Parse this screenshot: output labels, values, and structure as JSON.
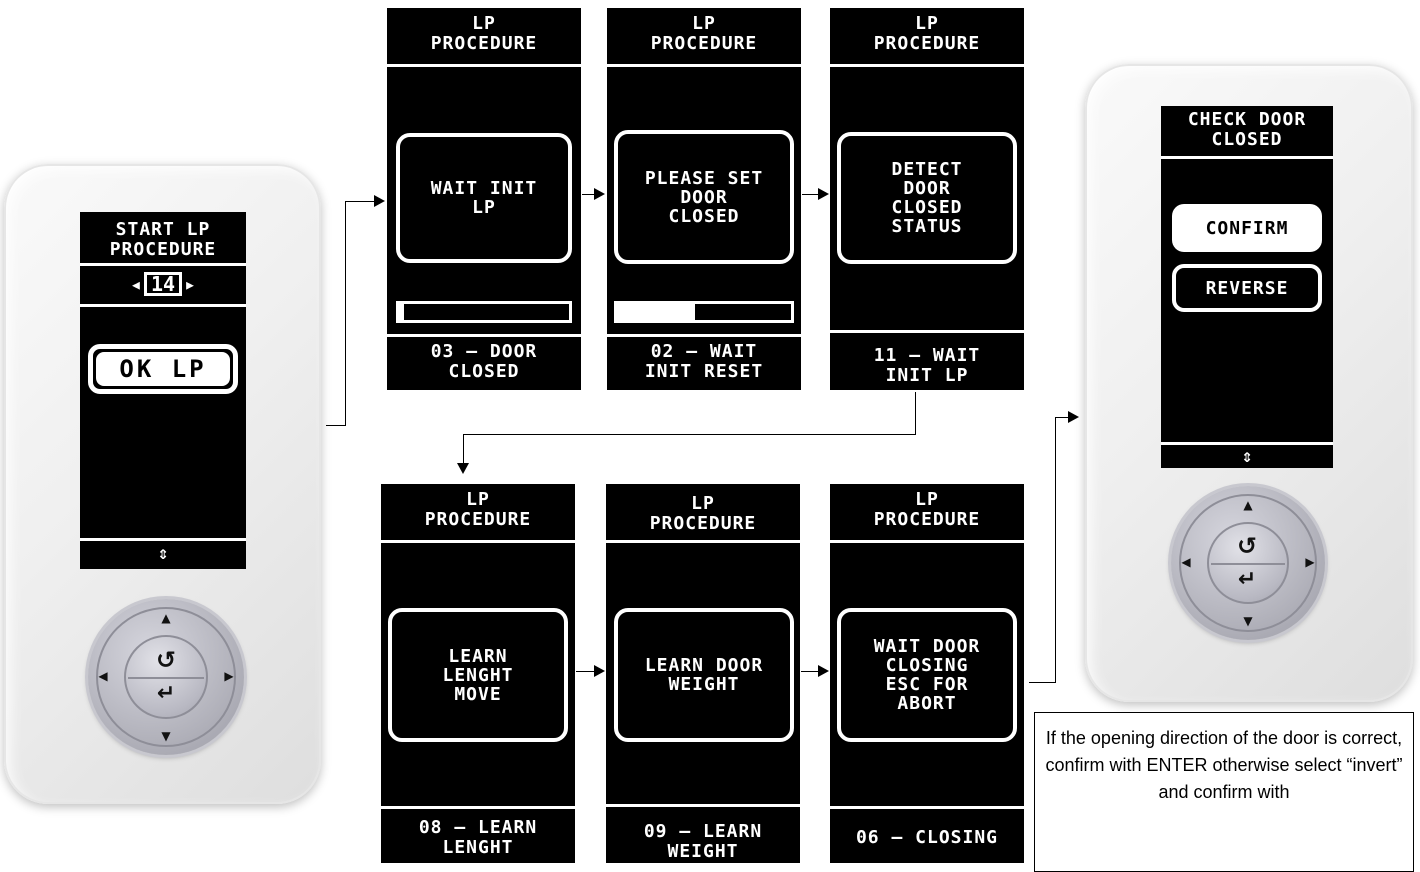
{
  "start_device": {
    "title": "START LP\nPROCEDURE",
    "selector": {
      "left_arrow": "◂",
      "value": "14",
      "right_arrow": "▸"
    },
    "button": "OK LP",
    "scroll_icon": "⇕"
  },
  "top_row": [
    {
      "title": "LP\nPROCEDURE",
      "message": "WAIT INIT\nLP",
      "progress": 0.03,
      "status": "03 — DOOR\nCLOSED"
    },
    {
      "title": "LP\nPROCEDURE",
      "message": "PLEASE SET\nDOOR\nCLOSED",
      "progress": 0.45,
      "status": "02 — WAIT\nINIT RESET"
    },
    {
      "title": "LP\nPROCEDURE",
      "message": "DETECT\nDOOR\nCLOSED\nSTATUS",
      "status": "11 — WAIT\nINIT LP"
    }
  ],
  "bottom_row": [
    {
      "title": "LP\nPROCEDURE",
      "message": "LEARN\nLENGHT\nMOVE",
      "status": "08 — LEARN\nLENGHT"
    },
    {
      "title": "LP\nPROCEDURE",
      "message": "LEARN DOOR\nWEIGHT",
      "status": "09 — LEARN\nWEIGHT"
    },
    {
      "title": "LP\nPROCEDURE",
      "message": "WAIT DOOR\nCLOSING\nESC FOR\nABORT",
      "status": "06 — CLOSING"
    }
  ],
  "check_device": {
    "title": "CHECK DOOR\nCLOSED",
    "confirm": "CONFIRM",
    "reverse": "REVERSE",
    "scroll_icon": "⇕"
  },
  "dpad_icons": [
    "up-arrow",
    "down-arrow",
    "left-arrow",
    "right-arrow",
    "escape-return",
    "enter"
  ],
  "note": "If the opening direction of the door is correct, confirm with ENTER otherwise select “invert” and confirm with"
}
